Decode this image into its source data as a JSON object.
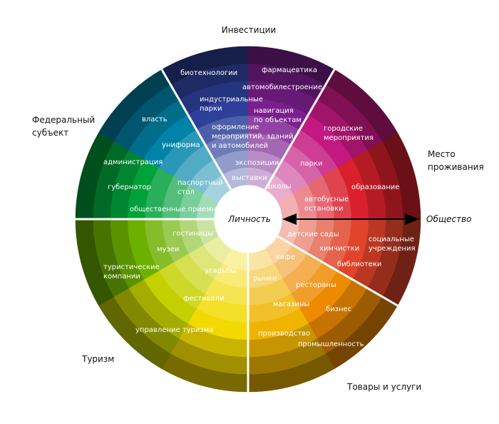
{
  "center_label": "Личность",
  "outer_label": "Общество",
  "sections": [
    {
      "id": "investments",
      "lines": [
        "Инвестиции"
      ]
    },
    {
      "id": "federal",
      "lines": [
        "Федеральный",
        "субъект"
      ]
    },
    {
      "id": "residence",
      "lines": [
        "Место",
        "проживания"
      ]
    },
    {
      "id": "tourism",
      "lines": [
        "Туризм"
      ]
    },
    {
      "id": "goods",
      "lines": [
        "Товары и услуги"
      ]
    }
  ],
  "segment_colors": [
    "#e0442a",
    "#ee8a00",
    "#f0b400",
    "#f2d900",
    "#c4d000",
    "#6cb000",
    "#00a03a",
    "#0083a8",
    "#2d3f98",
    "#7b1f8e",
    "#c2187f",
    "#d9202c"
  ],
  "labels": [
    {
      "lines": [
        "биотехнологии"
      ]
    },
    {
      "lines": [
        "фармацевтика"
      ]
    },
    {
      "lines": [
        "автомобилестроение"
      ]
    },
    {
      "lines": [
        "индустриальные",
        "парки"
      ]
    },
    {
      "lines": [
        "навигация",
        "по объектам"
      ]
    },
    {
      "lines": [
        "оформление",
        "мероприятий, зданий",
        "и автомобилей"
      ]
    },
    {
      "lines": [
        "экспозиции"
      ]
    },
    {
      "lines": [
        "выставки"
      ]
    },
    {
      "lines": [
        "власть"
      ]
    },
    {
      "lines": [
        "униформа"
      ]
    },
    {
      "lines": [
        "администрация"
      ]
    },
    {
      "lines": [
        "губернатор"
      ]
    },
    {
      "lines": [
        "паспортный",
        "стол"
      ]
    },
    {
      "lines": [
        "общественные приемные"
      ]
    },
    {
      "lines": [
        "городские",
        "мероприятия"
      ]
    },
    {
      "lines": [
        "парки"
      ]
    },
    {
      "lines": [
        "школы"
      ]
    },
    {
      "lines": [
        "образование"
      ]
    },
    {
      "lines": [
        "автобусные",
        "остановки"
      ]
    },
    {
      "lines": [
        "детские сады"
      ]
    },
    {
      "lines": [
        "химчистки"
      ]
    },
    {
      "lines": [
        "социальные",
        "учреждения"
      ]
    },
    {
      "lines": [
        "библиотеки"
      ]
    },
    {
      "lines": [
        "кафе"
      ]
    },
    {
      "lines": [
        "рынки"
      ]
    },
    {
      "lines": [
        "рестораны"
      ]
    },
    {
      "lines": [
        "магазины"
      ]
    },
    {
      "lines": [
        "бизнес"
      ]
    },
    {
      "lines": [
        "производство"
      ]
    },
    {
      "lines": [
        "промышленность"
      ]
    },
    {
      "lines": [
        "гостиницы"
      ]
    },
    {
      "lines": [
        "музеи"
      ]
    },
    {
      "lines": [
        "туристические",
        "компании"
      ]
    },
    {
      "lines": [
        "усадьбы"
      ]
    },
    {
      "lines": [
        "фестивали"
      ]
    },
    {
      "lines": [
        "управление туризма"
      ]
    }
  ]
}
